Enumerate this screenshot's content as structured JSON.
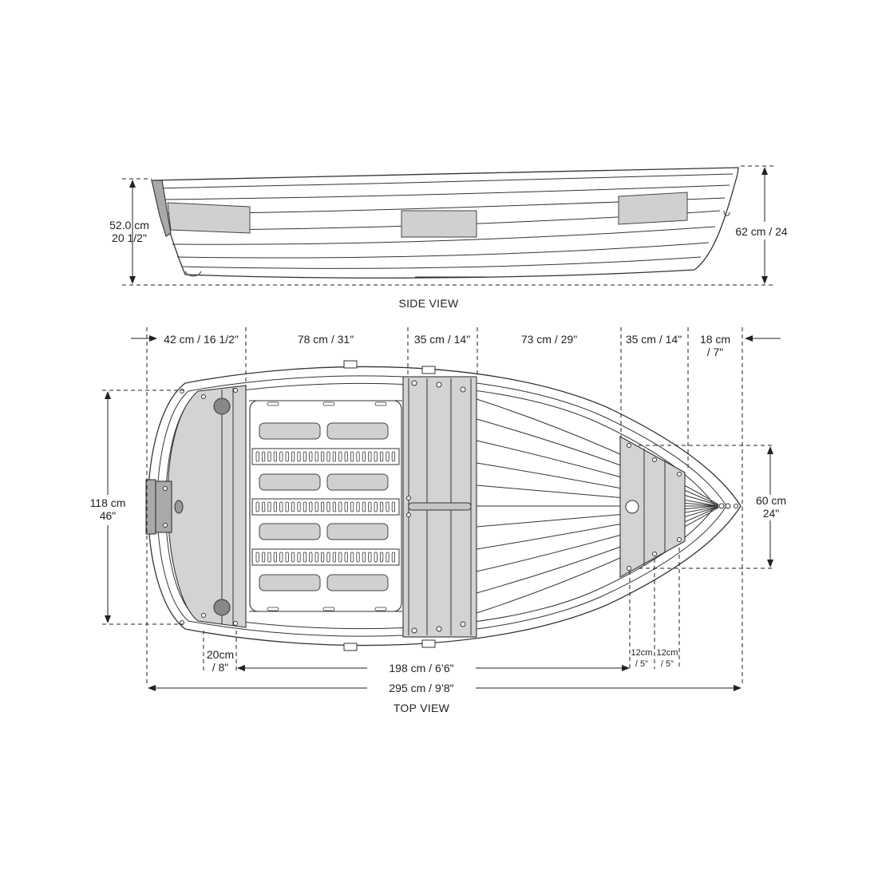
{
  "side_view": {
    "caption": "SIDE VIEW",
    "stern_height": {
      "cm": "52.0 cm",
      "in": "20 1/2\""
    },
    "bow_height": "62 cm / 24"
  },
  "top_view": {
    "caption": "TOP VIEW",
    "segments": [
      "42 cm / 16 1/2\"",
      "78 cm / 31\"",
      "35 cm / 14\"",
      "73 cm / 29\"",
      "35 cm / 14\""
    ],
    "bow_segment": {
      "cm": "18 cm",
      "in": "/ 7\""
    },
    "beam": {
      "cm": "118 cm",
      "in": "46\""
    },
    "bow_width": {
      "cm": "60 cm",
      "in": "24\""
    },
    "stern_seat": {
      "cm": "20cm",
      "in": "/ 8\""
    },
    "inner_length": "198 cm / 6’6\"",
    "overall_length": "295 cm / 9’8\"",
    "bow_slat_1": {
      "cm": "12cm",
      "in": "/ 5\""
    },
    "bow_slat_2": {
      "cm": "12cm",
      "in": "/ 5\""
    }
  }
}
